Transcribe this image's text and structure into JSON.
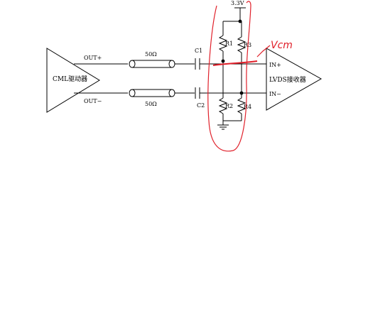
{
  "labels": {
    "supply": "3.3V",
    "driver": "CML驱动器",
    "out_plus": "OUT+",
    "out_minus": "OUT−",
    "z_top": "50Ω",
    "z_bottom": "50Ω",
    "c1": "C1",
    "c2": "C2",
    "r1": "R1",
    "r2": "R2",
    "r3": "R3",
    "r4": "R4",
    "in_plus": "IN+",
    "in_minus": "IN−",
    "receiver": "LVDS接收器",
    "annotation": "Vcm"
  },
  "colors": {
    "ink": "#000000",
    "annotation": "#e0202a",
    "background": "#ffffff"
  }
}
